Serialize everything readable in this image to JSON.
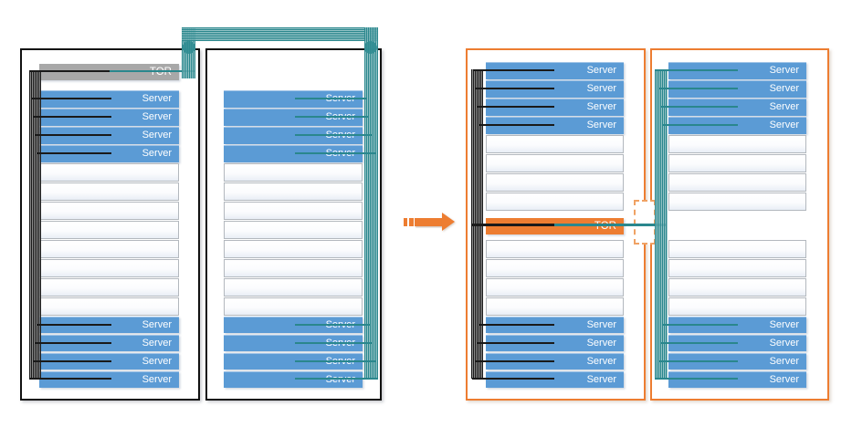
{
  "diagram": {
    "labels": {
      "tor": "TOR",
      "server": "Server"
    },
    "colors": {
      "server_fill": "#5B9BD5",
      "tor_before_fill": "#A8A8A8",
      "tor_after_fill": "#ED7D31",
      "left_rack_cables": "#1A1A1A",
      "right_rack_cables": "#2A878D",
      "rack_border_before": "#111111",
      "rack_border_after": "#ED7D31",
      "arrow": "#ED7D31"
    },
    "before": {
      "rack_left": {
        "slots": [
          "gap:15",
          "tor",
          "gap:11",
          "server",
          "server",
          "server",
          "server",
          "empty",
          "empty",
          "empty",
          "empty",
          "empty",
          "empty",
          "empty",
          "empty",
          "server",
          "server",
          "server",
          "server"
        ]
      },
      "rack_right": {
        "slots": [
          "gap:44",
          "server",
          "server",
          "server",
          "server",
          "empty",
          "empty",
          "empty",
          "empty",
          "empty",
          "empty",
          "empty",
          "empty",
          "server",
          "server",
          "server",
          "server"
        ]
      }
    },
    "after": {
      "rack_left": {
        "slots": [
          "gap:13",
          "server",
          "server",
          "server",
          "server",
          "empty",
          "empty",
          "empty",
          "empty",
          "gap:7",
          "tor",
          "gap:6",
          "empty",
          "empty",
          "empty",
          "empty",
          "server",
          "server",
          "server",
          "server"
        ]
      },
      "rack_right": {
        "slots": [
          "gap:13",
          "server",
          "server",
          "server",
          "server",
          "empty",
          "empty",
          "empty",
          "empty",
          "gap:31",
          "empty",
          "empty",
          "empty",
          "empty",
          "server",
          "server",
          "server",
          "server"
        ]
      }
    },
    "connections": {
      "black_cables": "TOR to all servers in same rack",
      "teal_cables": "TOR to all servers in adjacent rack",
      "before_tor_position": "top of left rack",
      "after_tor_position": "middle of left rack"
    }
  }
}
